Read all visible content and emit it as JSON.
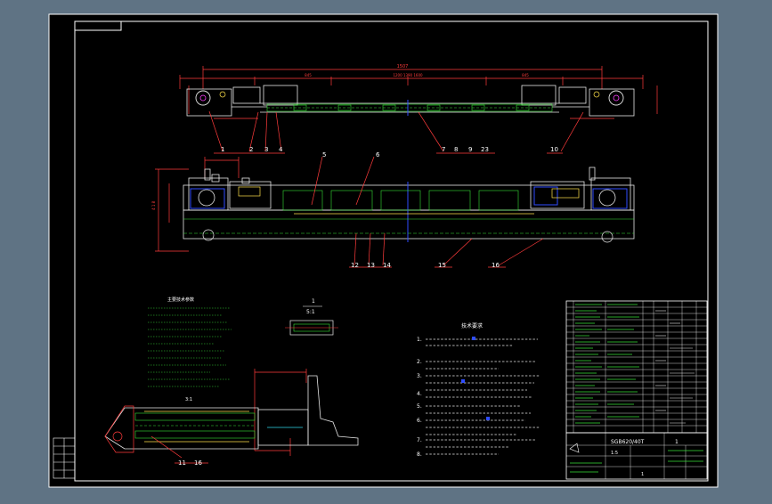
{
  "colors": {
    "frame_bg": "#5f7384",
    "sheet_bg": "#000000",
    "outline": "#ffffff",
    "dimension": "#ff3b3b",
    "machine": "#e8e8e8",
    "detail_green": "#38e038",
    "accent_blue": "#2f4dff",
    "accent_yellow": "#ffe14a",
    "accent_cyan": "#32d6e8",
    "accent_magenta": "#ff40ff"
  },
  "top_view": {
    "overall_dim": "1507",
    "span_dim_left": "845",
    "span_dim_center": "1200 1390 1600",
    "span_dim_right": "845",
    "callouts": [
      "1",
      "2",
      "3",
      "4",
      "7",
      "8",
      "9",
      "23",
      "10"
    ]
  },
  "front_view": {
    "height_dim_left": "4 1 8",
    "callouts": [
      "5",
      "6",
      "12",
      "13",
      "14",
      "15",
      "16"
    ]
  },
  "detail_label": "1",
  "detail_scale": "5:1",
  "side_view": {
    "callouts": [
      "11",
      "16"
    ],
    "scale_label": "3:1"
  },
  "tech_spec_title": "主要技术参数",
  "tech_req_title": "技术要求",
  "tech_req_items": [
    "1.",
    "2.",
    "3.",
    "4.",
    "5.",
    "6.",
    "7.",
    "8."
  ],
  "title_block": {
    "drawing_no": "SGB620/40T",
    "scale": "1:5",
    "sheet": "1",
    "design_label": "1"
  }
}
